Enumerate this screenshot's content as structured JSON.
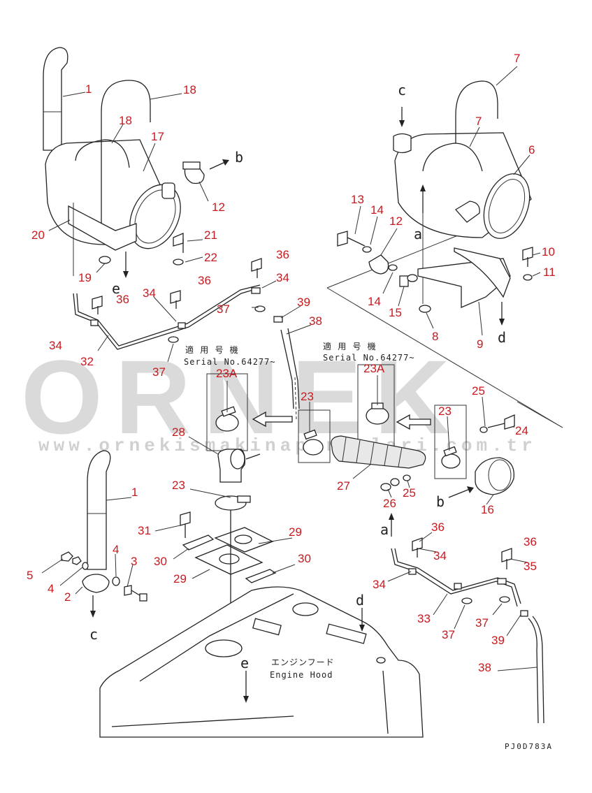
{
  "watermark": {
    "logo": "ORNEK",
    "url": "www.ornekismakinaparcalari.com.tr"
  },
  "drawing_code": "PJ0D783A",
  "notes": {
    "serial_left_jp": "適 用 号 機",
    "serial_left_en": "Serial No.64277~",
    "serial_right_jp": "適 用 号 機",
    "serial_right_en": "Serial No.64277~",
    "hood_jp": "エンジンフード",
    "hood_en": "Engine Hood"
  },
  "view_arrows": [
    "b",
    "e",
    "c",
    "a",
    "d",
    "b",
    "a",
    "c",
    "d",
    "e"
  ],
  "callouts": [
    "1",
    "18",
    "18",
    "17",
    "12",
    "20",
    "21",
    "22",
    "19",
    "36",
    "34",
    "36",
    "34",
    "36",
    "37",
    "39",
    "38",
    "34",
    "32",
    "37",
    "7",
    "7",
    "6",
    "13",
    "14",
    "12",
    "10",
    "11",
    "14",
    "15",
    "8",
    "9",
    "23A",
    "23A",
    "23",
    "23",
    "25",
    "24",
    "28",
    "27",
    "26",
    "25",
    "16",
    "1",
    "23",
    "29",
    "31",
    "30",
    "29",
    "30",
    "5",
    "4",
    "4",
    "3",
    "2",
    "36",
    "34",
    "36",
    "35",
    "34",
    "33",
    "37",
    "37",
    "39",
    "38"
  ],
  "colors": {
    "callout": "#c8191e",
    "line": "#222222",
    "watermark": "#bdbdbd"
  }
}
